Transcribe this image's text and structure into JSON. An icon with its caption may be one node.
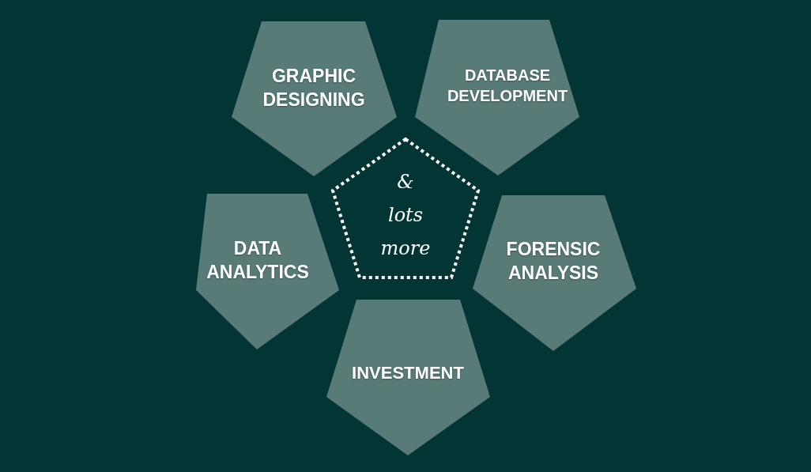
{
  "diagram": {
    "nodes": [
      {
        "text": [
          "GRAPHIC DESIGNING"
        ]
      },
      {
        "text": [
          "DATABASE DEVELOPMENT"
        ]
      },
      {
        "text": [
          "& lots more"
        ]
      },
      {
        "text": [
          "DATA ANALYTICS"
        ]
      },
      {
        "text": [
          "FORENSIC ANALYSIS"
        ]
      },
      {
        "text": [
          "INVESTMENT"
        ]
      }
    ]
  }
}
